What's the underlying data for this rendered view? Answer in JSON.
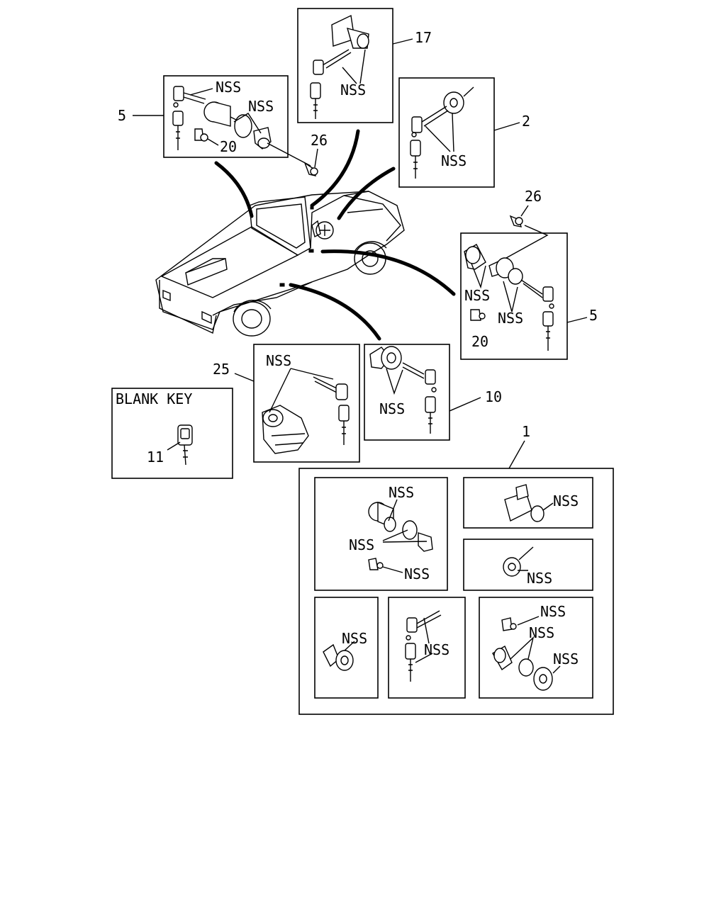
{
  "labels": {
    "callout_17": "17",
    "callout_5_left": "5",
    "callout_26_left": "26",
    "callout_20_left": "20",
    "callout_2": "2",
    "callout_26_right": "26",
    "callout_5_right": "5",
    "callout_20_right": "20",
    "callout_25": "25",
    "callout_10": "10",
    "callout_1": "1",
    "callout_11": "11",
    "blank_key": "BLANK KEY",
    "nss": "NSS"
  },
  "colors": {
    "ink": "#000000",
    "paper": "#ffffff"
  }
}
